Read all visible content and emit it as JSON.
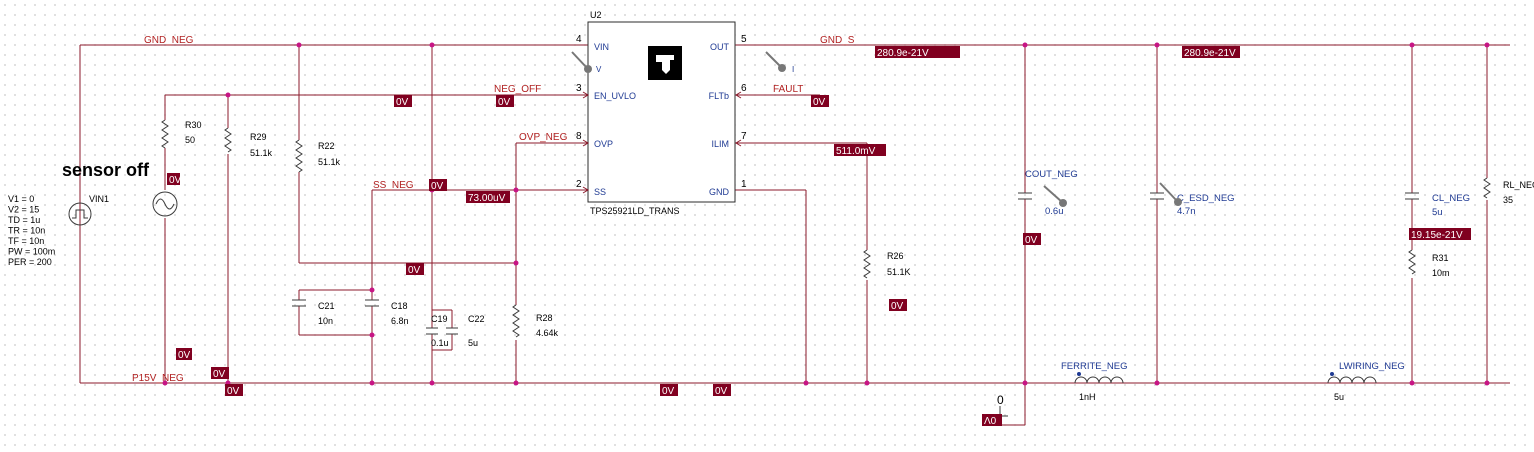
{
  "title": "sensor off",
  "part": {
    "ref": "U2",
    "name": "TPS25921LD_TRANS",
    "pins": {
      "vin": "VIN",
      "en": "EN_UVLO",
      "ovp": "OVP",
      "ss": "SS",
      "out": "OUT",
      "fltb": "FLTb",
      "ilim": "ILIM",
      "gnd": "GND"
    },
    "pin_numbers": {
      "vin": "4",
      "en": "3",
      "ovp": "8",
      "ss": "2",
      "out": "5",
      "fltb": "6",
      "ilim": "7",
      "gnd": "1"
    }
  },
  "nets": {
    "gnd_neg": "GND_NEG",
    "gnd_s": "GND_S",
    "neg_off": "NEG_OFF",
    "fault": "FAULT",
    "ovp_neg": "OVP_NEG",
    "ss_neg": "SS_NEG",
    "p15v_neg": "P15V_NEG"
  },
  "source": {
    "ref": "VIN1",
    "params": [
      "V1 = 0",
      "V2 = 15",
      "TD = 1u",
      "TR = 10n",
      "TF = 10n",
      "PW = 100m",
      "PER = 200"
    ]
  },
  "components": [
    {
      "ref": "R30",
      "value": "50"
    },
    {
      "ref": "R29",
      "value": "51.1k"
    },
    {
      "ref": "R22",
      "value": "51.1k"
    },
    {
      "ref": "C21",
      "value": "10n"
    },
    {
      "ref": "C18",
      "value": "6.8n"
    },
    {
      "ref": "C19",
      "value": "0.1u"
    },
    {
      "ref": "C22",
      "value": "5u"
    },
    {
      "ref": "R28",
      "value": "4.64k"
    },
    {
      "ref": "R26",
      "value": "51.1K"
    },
    {
      "ref": "COUT_NEG",
      "value": "0.6u"
    },
    {
      "ref": "C_ESD_NEG",
      "value": "4.7n"
    },
    {
      "ref": "CL_NEG",
      "value": "5u"
    },
    {
      "ref": "RL_NEG",
      "value": "35"
    },
    {
      "ref": "R31",
      "value": "10m"
    },
    {
      "ref": "FERRITE_NEG",
      "value": "1nH"
    },
    {
      "ref": "LWIRING_NEG",
      "value": "5u"
    }
  ],
  "ground": {
    "label": "0"
  },
  "probes": {
    "out": "280.9e-21V",
    "out_ghost": "280.9e-21V",
    "en": "0V",
    "neg_off": "0V",
    "fault": "0V",
    "ilim": "511.0mV",
    "ss": "73.00uV",
    "ss_left": "0V",
    "mid": "0V",
    "r26": "0V",
    "r30": "0V",
    "p15v": "0V",
    "bottom_left": "0V",
    "bottom_a": "0V",
    "bottom_b": "0V",
    "cout": "0V",
    "r31": "19.15e-21V",
    "gnd_box": "Λ0"
  },
  "marker": {
    "v": "V",
    "i": "I"
  },
  "colors": {
    "wire": "#8b1a2b",
    "probe": "#800020",
    "net": "#b22222",
    "label": "#1f3a93",
    "node": "#c71585"
  }
}
